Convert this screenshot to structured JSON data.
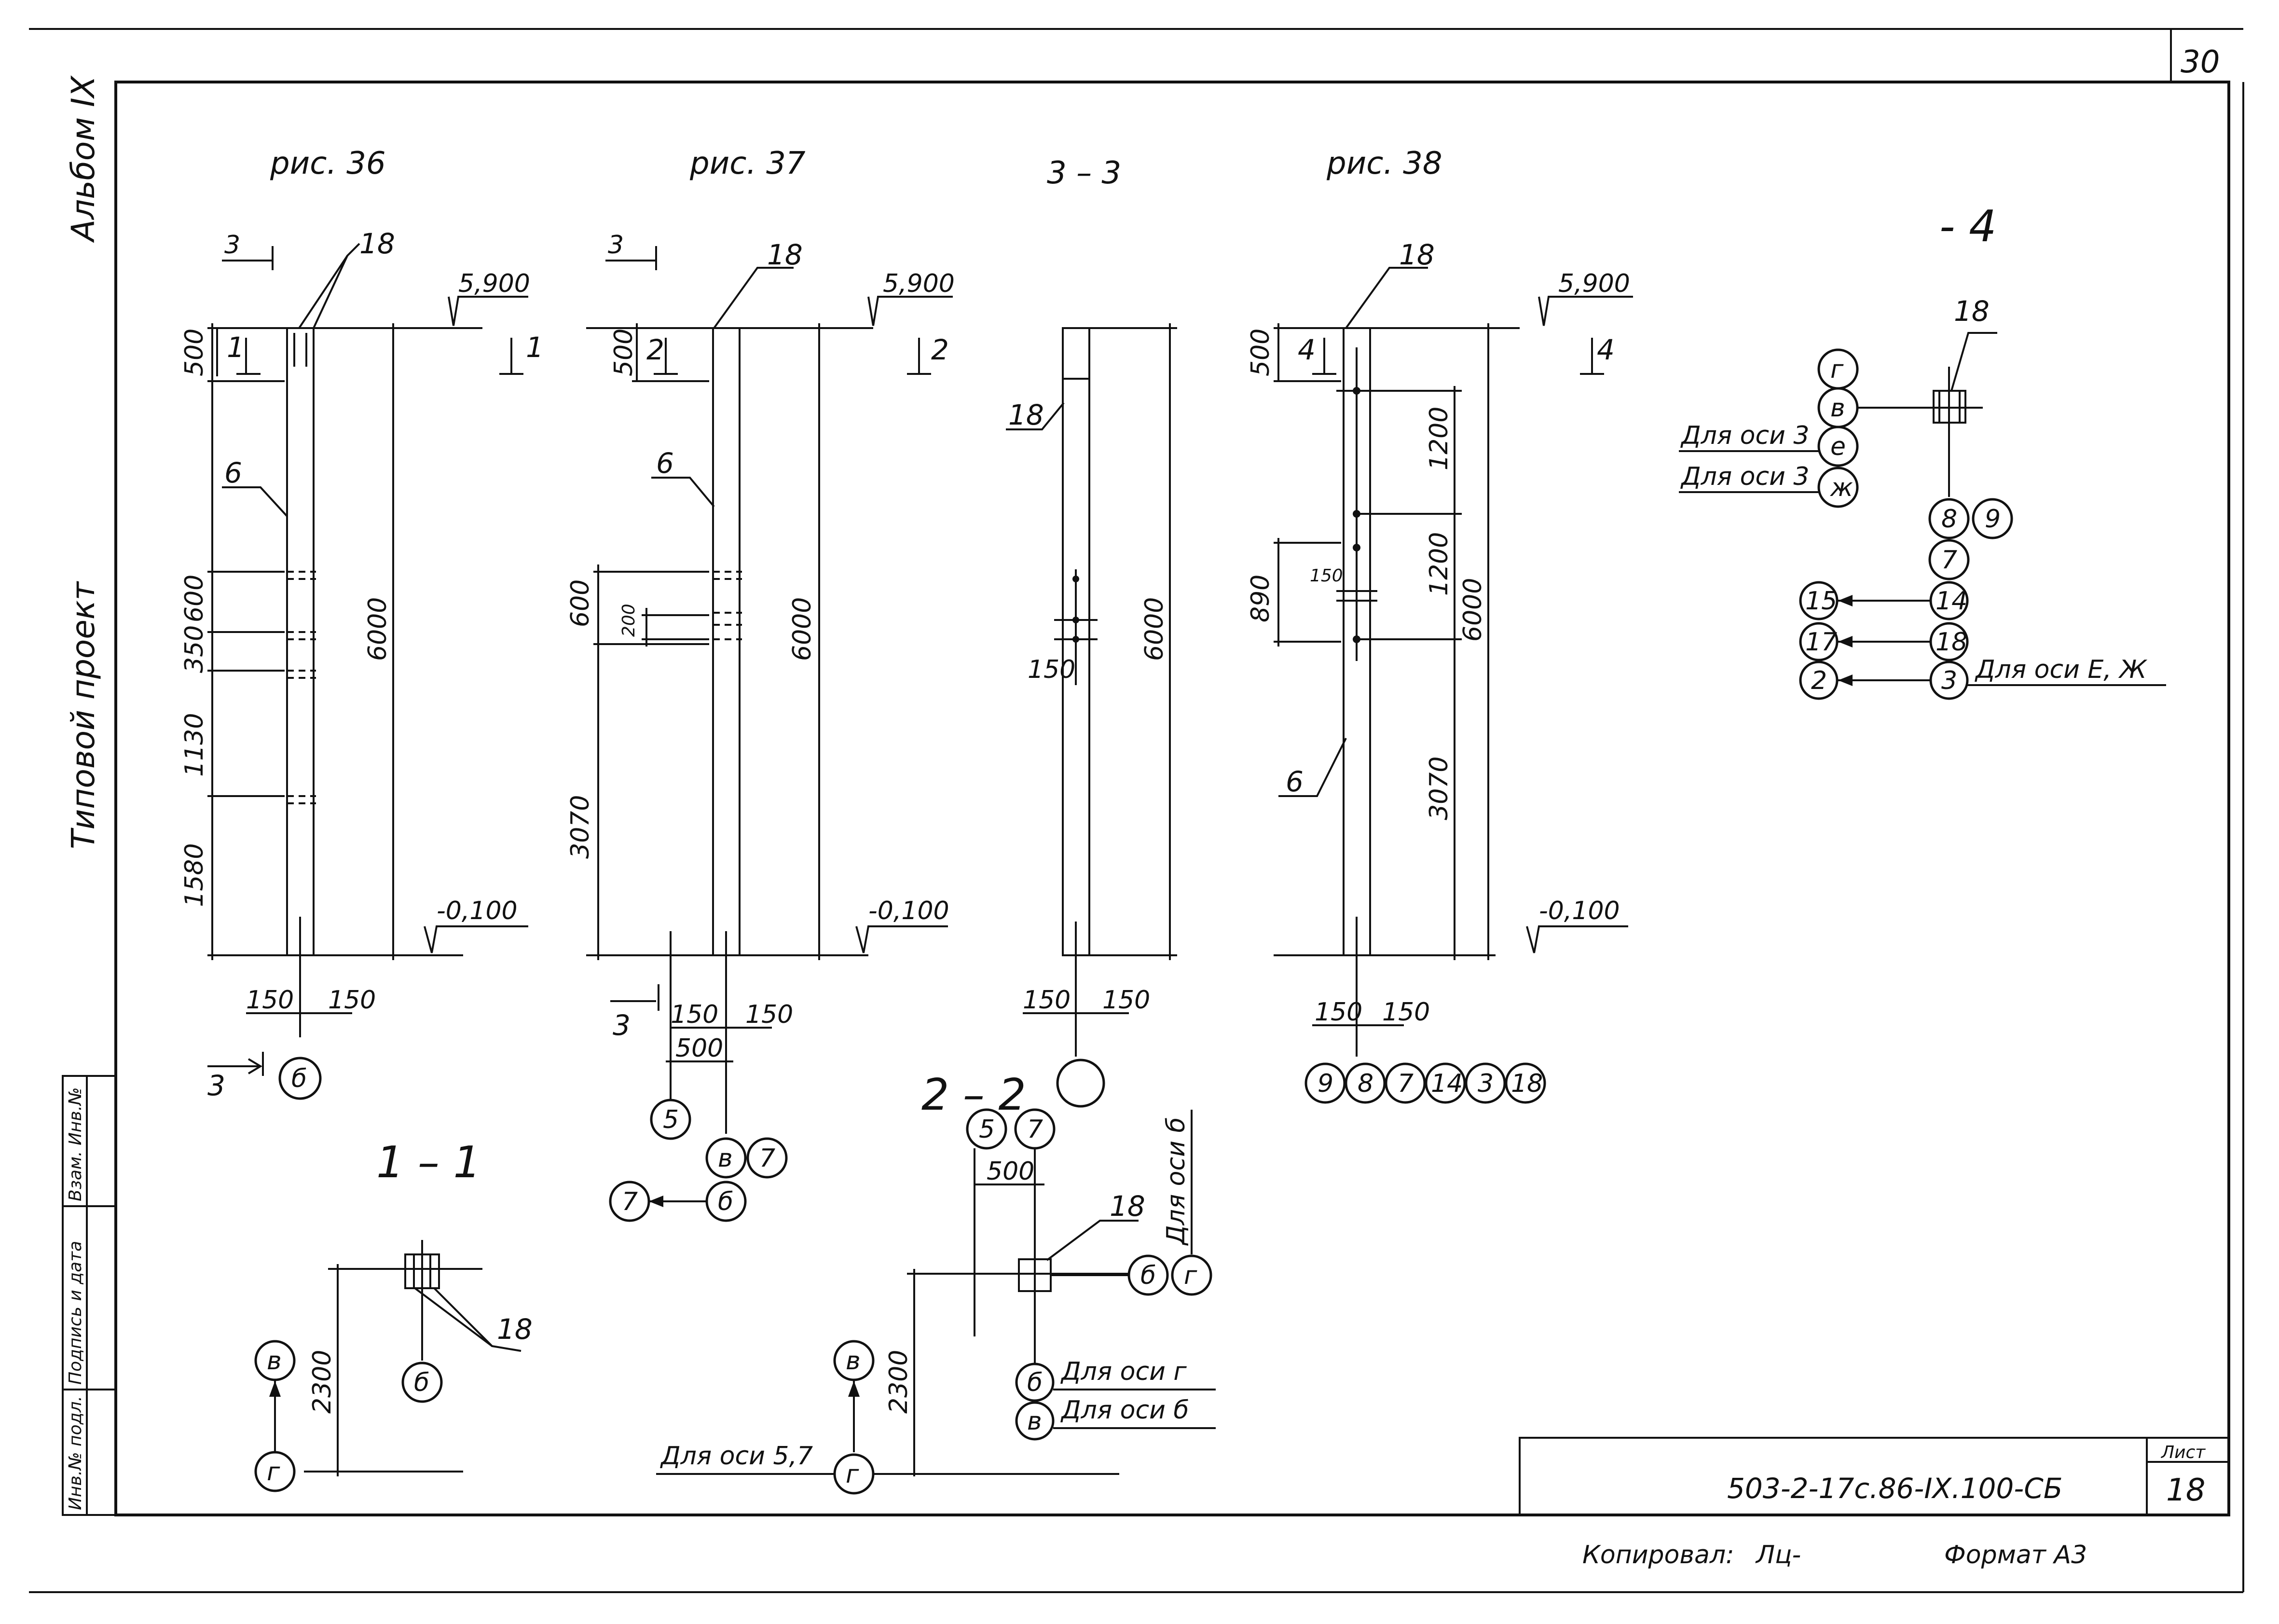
{
  "sheet": {
    "corner_number": "30",
    "album": "Альбом IX",
    "project_type": "Типовой проект",
    "stamp_labels": [
      "Инв.№ подл.",
      "Подпись и дата",
      "Взам. Инв.№"
    ],
    "designation": "503-2-17с.86-IX.100-СБ",
    "sheet_label": "Лист",
    "sheet_number": "18",
    "copied_by": "Копировал:",
    "copied_signature": "Лц-",
    "format": "Формат А3"
  },
  "figures": {
    "fig36": {
      "title": "рис. 36",
      "section_mark": "3",
      "section_mark_bottom": "3",
      "cut_label": "1",
      "elevation_top": "5,900",
      "elevation_bottom": "-0,100",
      "total_height": "6000",
      "dims": [
        "500",
        "600",
        "350",
        "1130",
        "1580"
      ],
      "bottom_dims": [
        "150",
        "150"
      ],
      "pos_18": "18",
      "pos_6": "6",
      "bubble": "б"
    },
    "fig37": {
      "title": "рис. 37",
      "section_mark": "3",
      "section_mark_bottom": "3",
      "cut_label": "2",
      "elevation_top": "5,900",
      "elevation_bottom": "-0,100",
      "total_height": "6000",
      "dims": [
        "500",
        "600",
        "200",
        "3070"
      ],
      "bottom_dims": [
        "150",
        "150",
        "500"
      ],
      "pos_18": "18",
      "pos_6": "6",
      "bubbles_left": "5",
      "bubbles_right": [
        "в",
        "7"
      ],
      "bubble_arrow_from": "б",
      "bubble_arrow_to": "7"
    },
    "section33": {
      "title": "3 – 3",
      "total_height": "6000",
      "dim_150": "150",
      "bottom_dims": [
        "150",
        "150"
      ],
      "pos_18": "18"
    },
    "fig38": {
      "title": "рис. 38",
      "cut_label": "4",
      "elevation_top": "5,900",
      "elevation_bottom": "-0,100",
      "total_height": "6000",
      "dims": [
        "500",
        "1200",
        "1200",
        "890",
        "150",
        "3070"
      ],
      "bottom_dims": [
        "150",
        "150"
      ],
      "pos_18": "18",
      "pos_6": "6",
      "bubbles": [
        "9",
        "8",
        "7",
        "14",
        "3",
        "18"
      ]
    },
    "section11": {
      "title": "1 – 1",
      "dim": "2300",
      "pos_18": "18",
      "bubble_center": "б",
      "bubble_top": "в",
      "bubble_bottom": "г"
    },
    "section22": {
      "title": "2 – 2",
      "dim": "2300",
      "dim_500": "500",
      "pos_18": "18",
      "bubble_top": [
        "5",
        "7"
      ],
      "bubble_right": [
        "б",
        "г"
      ],
      "note_right": "Для оси б",
      "bubble_b1": "б",
      "note_b1": "Для оси г",
      "bubble_b2": "в",
      "note_b2": "Для оси б",
      "bubble_left_top": "в",
      "bubble_left_bottom": "г",
      "note_left": "Для оси 5,7"
    },
    "section44": {
      "title": "- 4",
      "pos_18": "18",
      "axis_bubbles": [
        "г",
        "в",
        "е",
        "ж"
      ],
      "note_e": "Для оси 3",
      "note_zh": "Для оси 3",
      "bubbles_right": [
        "8",
        "9"
      ],
      "bubble_7": "7",
      "pairs": [
        [
          "15",
          "14"
        ],
        [
          "17",
          "18"
        ],
        [
          "2",
          "3"
        ]
      ],
      "note_pairs": "Для оси Е, Ж"
    }
  }
}
